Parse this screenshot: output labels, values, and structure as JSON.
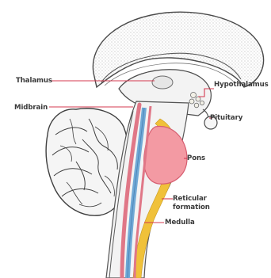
{
  "labels": {
    "thalamus": "Thalamus",
    "midbrain": "Midbrain",
    "hypothalamus": "Hypothalamus",
    "pituitary": "Pituitary",
    "pons": "Pons",
    "reticular_line1": "Reticular",
    "reticular_line2": "formation",
    "medulla": "Medulla"
  },
  "colors": {
    "leader_line": "#d4394f",
    "pons": "#f39aa3",
    "stem_outline": "#e07787",
    "canal": "#6fa9d6",
    "reticular": "#f0c13a",
    "tissue": "#f4f4f4",
    "outline": "#555555"
  }
}
